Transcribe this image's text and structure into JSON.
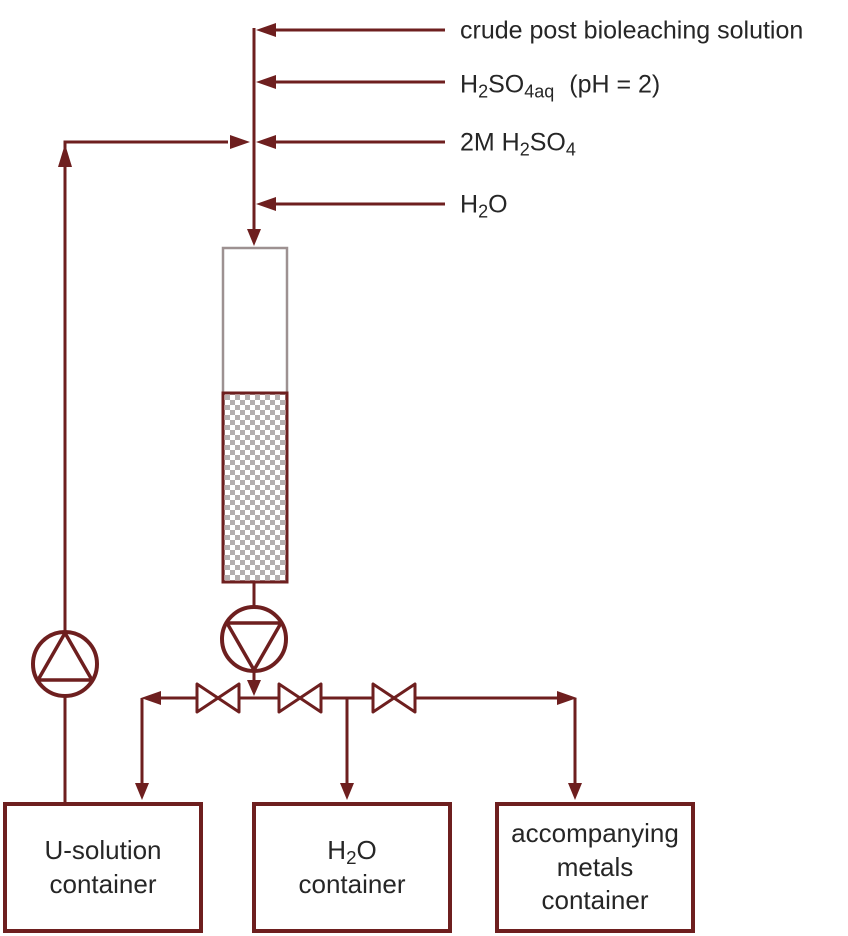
{
  "colors": {
    "line": "#6e1f1f",
    "text": "#262626",
    "column_outline": "#9d9191",
    "hatch_gray": "#b4afaf",
    "background": "#ffffff"
  },
  "feeds": [
    {
      "name": "crude post bioleaching solution",
      "parts": [
        "crude post bioleaching solution"
      ]
    },
    {
      "name": "sulfuric acid aqueous pH 2",
      "parts": [
        "H",
        "2",
        "SO",
        "4aq",
        "(pH = 2)"
      ]
    },
    {
      "name": "2M sulfuric acid",
      "parts": [
        "2M H",
        "2",
        "SO",
        "4"
      ]
    },
    {
      "name": "water",
      "parts": [
        "H",
        "2",
        "O"
      ]
    }
  ],
  "containers": [
    {
      "name": "U-solution container",
      "lines": [
        "U-solution",
        "container"
      ]
    },
    {
      "name": "water container",
      "formula": [
        "H",
        "2",
        "O"
      ],
      "line2": "container"
    },
    {
      "name": "accompanying metals container",
      "lines": [
        "accompanying",
        "metals",
        "container"
      ]
    }
  ]
}
